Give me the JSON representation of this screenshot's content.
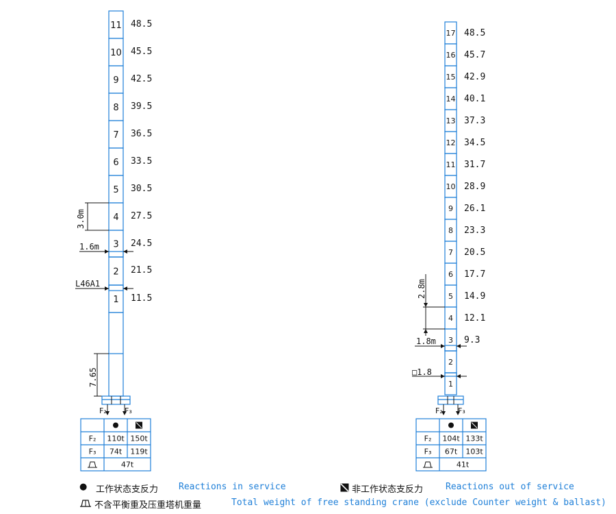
{
  "left_crane": {
    "sections": [
      {
        "id": "11",
        "height": "48.5"
      },
      {
        "id": "10",
        "height": "45.5"
      },
      {
        "id": "9",
        "height": "42.5"
      },
      {
        "id": "8",
        "height": "39.5"
      },
      {
        "id": "7",
        "height": "36.5"
      },
      {
        "id": "6",
        "height": "33.5"
      },
      {
        "id": "5",
        "height": "30.5"
      },
      {
        "id": "4",
        "height": "27.5"
      },
      {
        "id": "3",
        "height": "24.5"
      },
      {
        "id": "2",
        "height": "21.5"
      },
      {
        "id": "1",
        "height": "11.5"
      }
    ],
    "dims": {
      "section_height": "3.0m",
      "width": "1.6m",
      "type": "L46A1",
      "base": "7.65"
    },
    "reactions": {
      "f2": {
        "label": "F₂",
        "in_service": "110t",
        "out_of_service": "150t"
      },
      "f3": {
        "label": "F₃",
        "in_service": "74t",
        "out_of_service": "119t"
      },
      "weight": "47t"
    }
  },
  "right_crane": {
    "sections": [
      {
        "id": "17",
        "height": "48.5"
      },
      {
        "id": "16",
        "height": "45.7"
      },
      {
        "id": "15",
        "height": "42.9"
      },
      {
        "id": "14",
        "height": "40.1"
      },
      {
        "id": "13",
        "height": "37.3"
      },
      {
        "id": "12",
        "height": "34.5"
      },
      {
        "id": "11",
        "height": "31.7"
      },
      {
        "id": "10",
        "height": "28.9"
      },
      {
        "id": "9",
        "height": "26.1"
      },
      {
        "id": "8",
        "height": "23.3"
      },
      {
        "id": "7",
        "height": "20.5"
      },
      {
        "id": "6",
        "height": "17.7"
      },
      {
        "id": "5",
        "height": "14.9"
      },
      {
        "id": "4",
        "height": "12.1"
      },
      {
        "id": "3",
        "height": "9.3"
      },
      {
        "id": "2",
        "height": ""
      },
      {
        "id": "1",
        "height": ""
      }
    ],
    "dims": {
      "section_height": "2.8m",
      "width": "1.8m",
      "type": "□1.8"
    },
    "reactions": {
      "f2": {
        "label": "F₂",
        "in_service": "104t",
        "out_of_service": "133t"
      },
      "f3": {
        "label": "F₃",
        "in_service": "67t",
        "out_of_service": "103t"
      },
      "weight": "41t"
    }
  },
  "legend": {
    "in_service_zh": "工作状态支反力",
    "in_service_en": "Reactions in service",
    "out_service_zh": "非工作状态支反力",
    "out_service_en": "Reactions out of service",
    "weight_zh": "不含平衡重及压重塔机重量",
    "weight_en": "Total weight of free standing crane (exclude Counter weight & ballast)"
  },
  "colors": {
    "line": "#1e7fd8",
    "text": "#111111"
  },
  "icons": {
    "in_service": "filled-circle-icon",
    "out_service": "hatched-square-icon",
    "weight": "ballast-weight-icon"
  }
}
